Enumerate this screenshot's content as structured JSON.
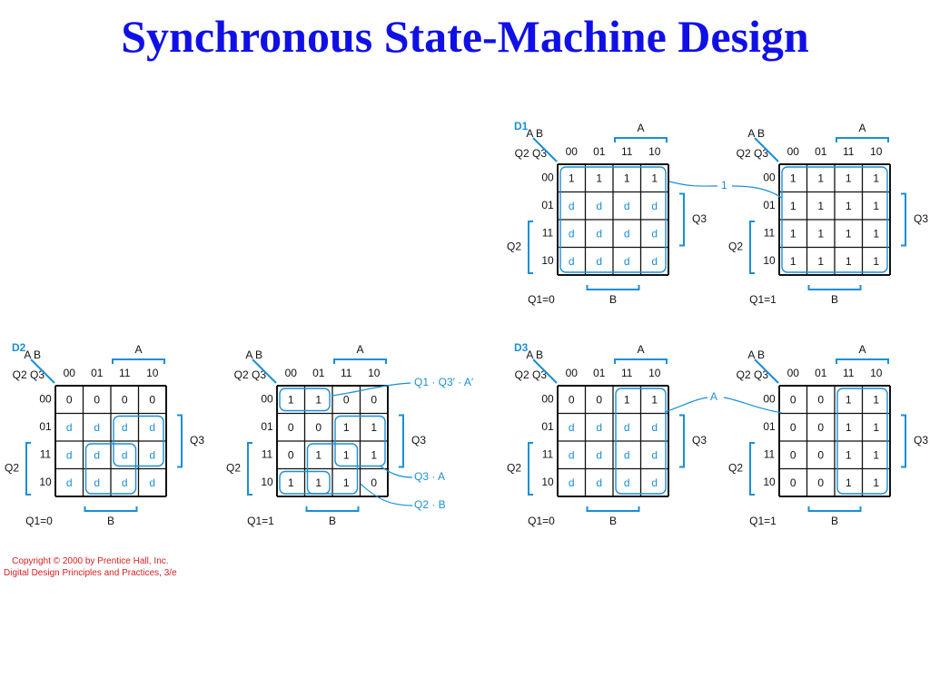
{
  "title": "Synchronous State-Machine Design",
  "copyright": {
    "line1": "Copyright © 2000 by Prentice Hall, Inc.",
    "line2": "Digital Design Principles and Practices, 3/e"
  },
  "colors": {
    "title": "#1010e6",
    "accent": "#1a8fd6",
    "ink": "#111111",
    "copyright": "#d62020"
  },
  "labels": {
    "ab": "A B",
    "q2q3": "Q2 Q3",
    "col_headers": [
      "00",
      "01",
      "11",
      "10"
    ],
    "row_headers": [
      "00",
      "01",
      "11",
      "10"
    ],
    "A": "A",
    "B": "B",
    "Q2": "Q2",
    "Q3": "Q3"
  },
  "kmaps": [
    {
      "id": "d1-q1-0",
      "title": "D1",
      "subtitle": "Q1=0",
      "cells": [
        [
          "1",
          "1",
          "1",
          "1"
        ],
        [
          "d",
          "d",
          "d",
          "d"
        ],
        [
          "d",
          "d",
          "d",
          "d"
        ],
        [
          "d",
          "d",
          "d",
          "d"
        ]
      ]
    },
    {
      "id": "d1-q1-1",
      "title": "",
      "subtitle": "Q1=1",
      "cells": [
        [
          "1",
          "1",
          "1",
          "1"
        ],
        [
          "1",
          "1",
          "1",
          "1"
        ],
        [
          "1",
          "1",
          "1",
          "1"
        ],
        [
          "1",
          "1",
          "1",
          "1"
        ]
      ]
    },
    {
      "id": "d2-q1-0",
      "title": "D2",
      "subtitle": "Q1=0",
      "cells": [
        [
          "0",
          "0",
          "0",
          "0"
        ],
        [
          "d",
          "d",
          "d",
          "d"
        ],
        [
          "d",
          "d",
          "d",
          "d"
        ],
        [
          "d",
          "d",
          "d",
          "d"
        ]
      ]
    },
    {
      "id": "d2-q1-1",
      "title": "",
      "subtitle": "Q1=1",
      "cells": [
        [
          "1",
          "1",
          "0",
          "0"
        ],
        [
          "0",
          "0",
          "1",
          "1"
        ],
        [
          "0",
          "1",
          "1",
          "1"
        ],
        [
          "1",
          "1",
          "1",
          "0"
        ]
      ]
    },
    {
      "id": "d3-q1-0",
      "title": "D3",
      "subtitle": "Q1=0",
      "cells": [
        [
          "0",
          "0",
          "1",
          "1"
        ],
        [
          "d",
          "d",
          "d",
          "d"
        ],
        [
          "d",
          "d",
          "d",
          "d"
        ],
        [
          "d",
          "d",
          "d",
          "d"
        ]
      ]
    },
    {
      "id": "d3-q1-1",
      "title": "",
      "subtitle": "Q1=1",
      "cells": [
        [
          "0",
          "0",
          "1",
          "1"
        ],
        [
          "0",
          "0",
          "1",
          "1"
        ],
        [
          "0",
          "0",
          "1",
          "1"
        ],
        [
          "0",
          "0",
          "1",
          "1"
        ]
      ]
    }
  ],
  "terms": {
    "d1": "1",
    "d2_a": "Q1 · Q3′ · A′",
    "d2_b": "Q3 · A",
    "d2_c": "Q2 · B",
    "d3": "A"
  }
}
